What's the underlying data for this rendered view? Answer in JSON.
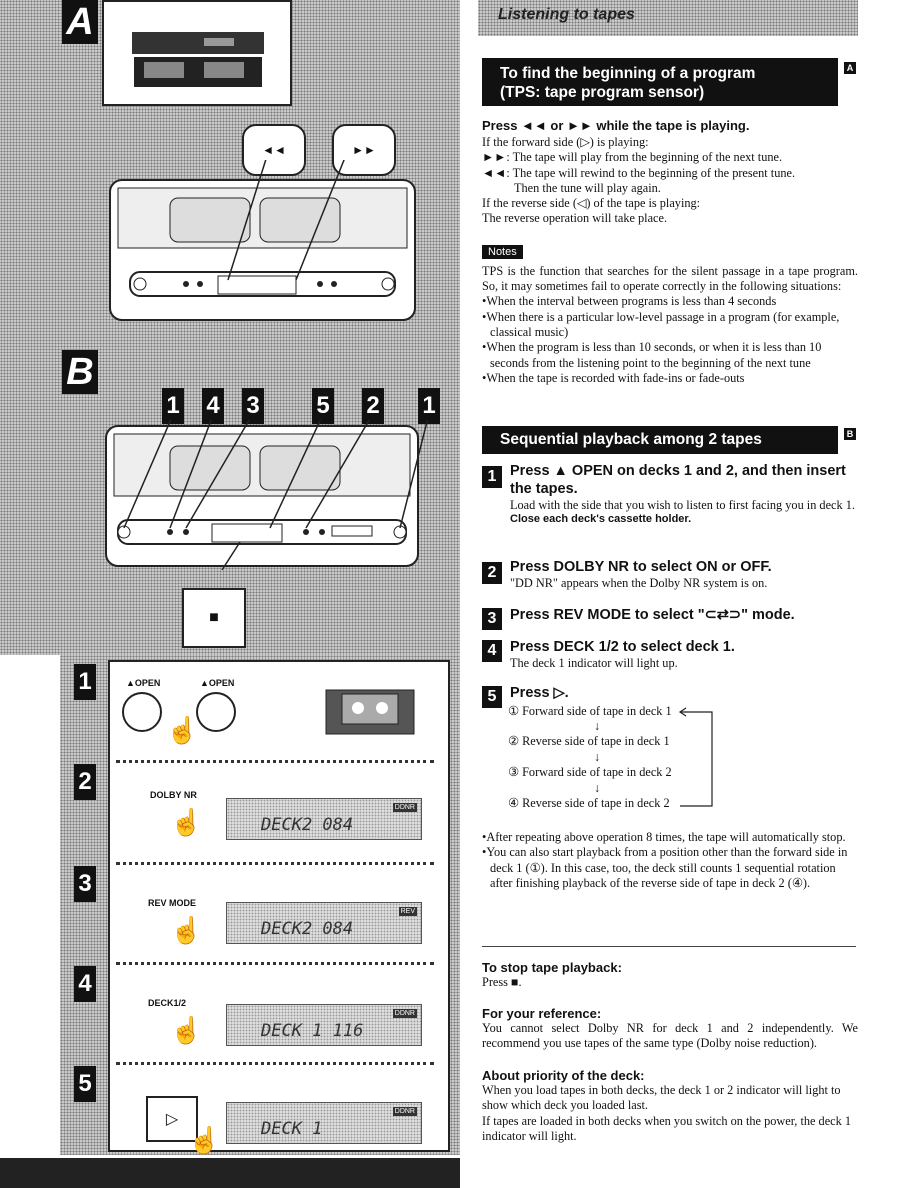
{
  "header": {
    "title": "Listening to tapes"
  },
  "left": {
    "section_a_label": "A",
    "section_b_label": "B",
    "rewind_symbol": "◄◄",
    "ff_symbol": "►►",
    "stop_symbol": "■",
    "b_callouts": [
      "1",
      "4",
      "3",
      "5",
      "2",
      "1"
    ],
    "steps": [
      {
        "num": "1",
        "labels": [
          "▲OPEN",
          "▲OPEN"
        ]
      },
      {
        "num": "2",
        "button": "DOLBY NR",
        "lcd": "DECK2 084",
        "lcd_badge": "DDNR"
      },
      {
        "num": "3",
        "button": "REV MODE",
        "lcd": "DECK2 084",
        "lcd_badge": "REV"
      },
      {
        "num": "4",
        "button": "DECK1/2",
        "lcd": "DECK 1 116",
        "lcd_badge": "DDNR"
      },
      {
        "num": "5",
        "button": "▷",
        "lcd": "DECK 1",
        "lcd_badge": "DDNR"
      }
    ]
  },
  "tps": {
    "title_line1": "To find the beginning of a program",
    "title_line2": "(TPS: tape program sensor)",
    "badge": "A",
    "press": "Press ◄◄ or ►► while the tape is playing.",
    "lines": [
      "If the forward side (▷) is playing:",
      "►►: The tape will play from the beginning of the next tune.",
      "◄◄: The tape will rewind to the beginning of the present tune.",
      "Then the tune will play again.",
      "If the reverse side (◁) of the tape is playing:",
      "The reverse operation will take place."
    ],
    "notes_label": "Notes",
    "notes_intro": "TPS is the function that searches for the silent passage in a tape program. So, it may sometimes fail to operate correctly in the following situations:",
    "bullets": [
      "When the interval between programs is less than 4 seconds",
      "When there is a particular low-level passage in a program (for example, classical music)",
      "When the program is less than 10 seconds, or when it is less than 10 seconds from the listening point to the beginning of the next tune",
      "When the tape is recorded with fade-ins or fade-outs"
    ]
  },
  "seq": {
    "title": "Sequential playback among 2 tapes",
    "badge": "B",
    "steps": [
      {
        "num": "1",
        "head": "Press ▲ OPEN on decks 1 and 2, and then insert the tapes.",
        "body": "Load with the side that you wish to listen to first facing you in deck 1.",
        "bold": "Close each deck's cassette holder."
      },
      {
        "num": "2",
        "head": "Press DOLBY NR to select ON or OFF.",
        "body": "\"DD NR\" appears when the Dolby NR system is on."
      },
      {
        "num": "3",
        "head": "Press REV MODE to select \"⊂⇄⊃\" mode."
      },
      {
        "num": "4",
        "head": "Press DECK 1/2 to select deck 1.",
        "body": "The deck 1 indicator will light up."
      },
      {
        "num": "5",
        "head": "Press ▷."
      }
    ],
    "sequence": [
      "① Forward side of tape in deck 1",
      "② Reverse side of tape in deck 1",
      "③ Forward side of tape in deck 2",
      "④ Reverse side of tape in deck 2"
    ],
    "bullets": [
      "After repeating above operation 8 times, the tape will automatically stop.",
      "You can also start playback from a position other than the forward side in deck 1 (①). In this case, too, the deck still counts 1 sequential rotation after finishing playback of the reverse side of tape in deck 2 (④)."
    ]
  },
  "stop": {
    "head": "To stop tape playback:",
    "body": "Press ■."
  },
  "reference": {
    "head": "For your reference:",
    "body": "You cannot select Dolby NR for deck 1 and 2 independently. We recommend you use tapes of the same type (Dolby noise reduction)."
  },
  "priority": {
    "head": "About priority of the deck:",
    "body1": "When you load tapes in both decks, the deck 1 or 2 indicator will light to show which deck you loaded last.",
    "body2": "If tapes are loaded in both decks when you switch on the power, the deck 1 indicator will light."
  }
}
